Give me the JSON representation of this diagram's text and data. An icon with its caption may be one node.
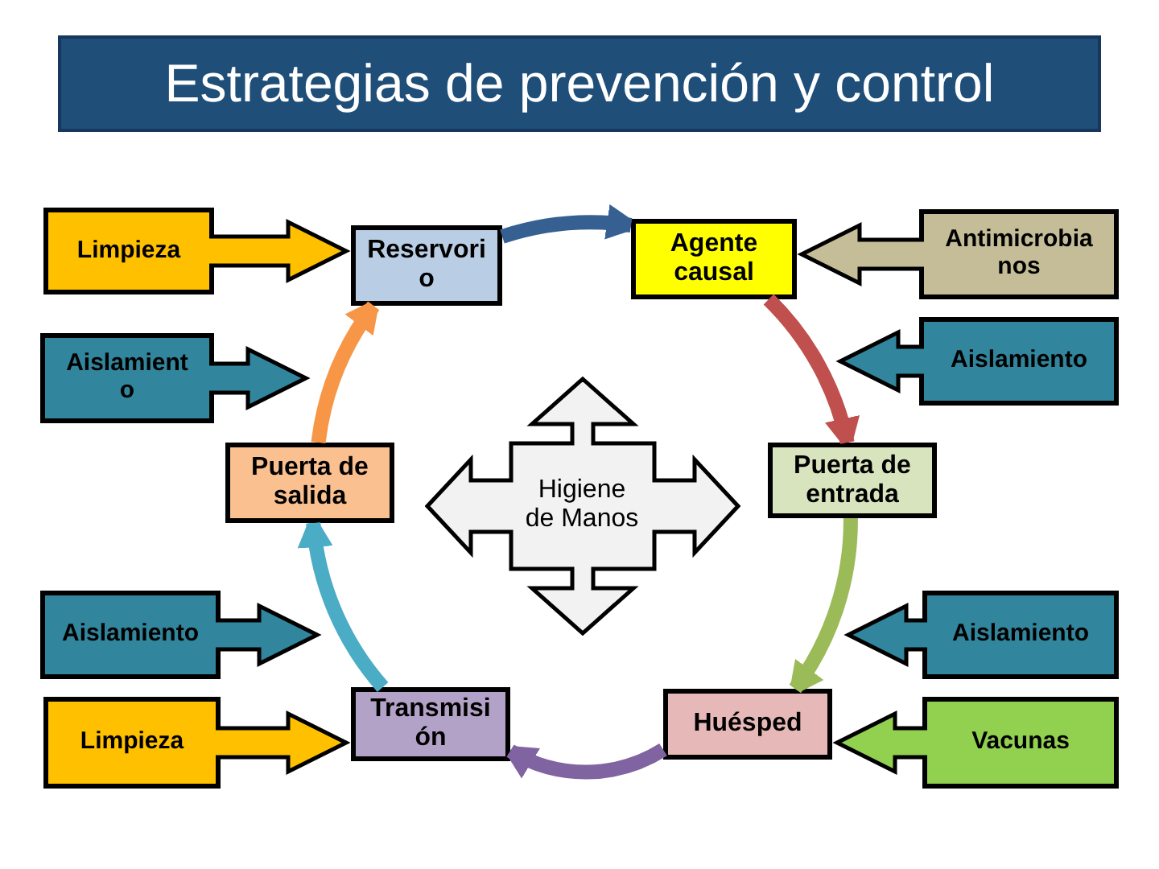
{
  "diagram": {
    "title": "Estrategias de prevención y control",
    "nodes": [
      {
        "text": [
          "Limpieza"
        ]
      },
      {
        "text": [
          "Reservori o"
        ]
      },
      {
        "text": [
          "Agente causal"
        ]
      },
      {
        "text": [
          "Antimicrobia nos"
        ]
      },
      {
        "text": [
          "Aislamient o"
        ]
      },
      {
        "text": [
          "Aislamiento"
        ]
      },
      {
        "text": [
          "Puerta de salida"
        ]
      },
      {
        "text": [
          "Higiene de Manos"
        ]
      },
      {
        "text": [
          "Puerta de entrada"
        ]
      },
      {
        "text": [
          "Aislamiento"
        ]
      },
      {
        "text": [
          "Aislamiento"
        ]
      },
      {
        "text": [
          "Limpieza"
        ]
      },
      {
        "text": [
          "Transmisi ón"
        ]
      },
      {
        "text": [
          "Huésped"
        ]
      },
      {
        "text": [
          "Vacunas"
        ]
      }
    ],
    "edges": [
      {
        "from": 1,
        "to": 2,
        "arrow": "to",
        "color": "#376092"
      },
      {
        "from": 2,
        "to": 8,
        "arrow": "to",
        "color": "#c0504d"
      },
      {
        "from": 8,
        "to": 13,
        "arrow": "to",
        "color": "#9bbb59"
      },
      {
        "from": 13,
        "to": 12,
        "arrow": "to",
        "color": "#8064a2"
      },
      {
        "from": 12,
        "to": 6,
        "arrow": "to",
        "color": "#4bacc6"
      },
      {
        "from": 6,
        "to": 1,
        "arrow": "to",
        "color": "#f79646"
      },
      {
        "from": 0,
        "to": 1,
        "arrow": "to"
      },
      {
        "from": 3,
        "to": 2,
        "arrow": "to"
      },
      {
        "from": 4,
        "to": null,
        "arrow": "to"
      },
      {
        "from": 5,
        "to": null,
        "arrow": "to"
      },
      {
        "from": 9,
        "to": null,
        "arrow": "to"
      },
      {
        "from": 10,
        "to": null,
        "arrow": "to"
      },
      {
        "from": 11,
        "to": 12,
        "arrow": "to"
      },
      {
        "from": 14,
        "to": 13,
        "arrow": "to"
      }
    ]
  }
}
